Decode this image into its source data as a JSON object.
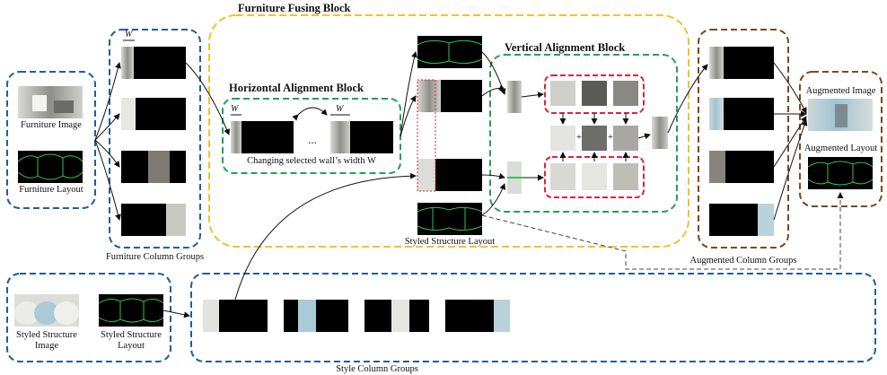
{
  "titles": {
    "fusing": "Furniture Fusing Block",
    "horizontal": "Horizontal Alignment Block",
    "vertical": "Vertical Alignment Block"
  },
  "labels": {
    "furniture_image": "Furniture Image",
    "furniture_layout": "Furniture Layout",
    "furniture_column_groups": "Furniture Column Groups",
    "changing_width": "Changing selected wall’s width W",
    "styled_structure_layout_mid": "Styled Structure Layout",
    "augmented_image": "Augmented Image",
    "augmented_layout": "Augmented Layout",
    "augmented_column_groups": "Augmented Column Groups",
    "styled_structure_image": "Styled Structure\nImage",
    "styled_structure_layout": "Styled Structure\nLayout",
    "style_column_groups": "Style Column Groups",
    "width_symbol": "W",
    "ellipsis": "...",
    "plus": "+"
  },
  "colors": {
    "blue_group": "#1f5f99",
    "yellow_group": "#f2c12e",
    "green_group": "#22a05a",
    "red_group": "#d7263d",
    "brown_group": "#7a4a1c",
    "layout_line": "#2fc54a",
    "panel": "#000000"
  }
}
